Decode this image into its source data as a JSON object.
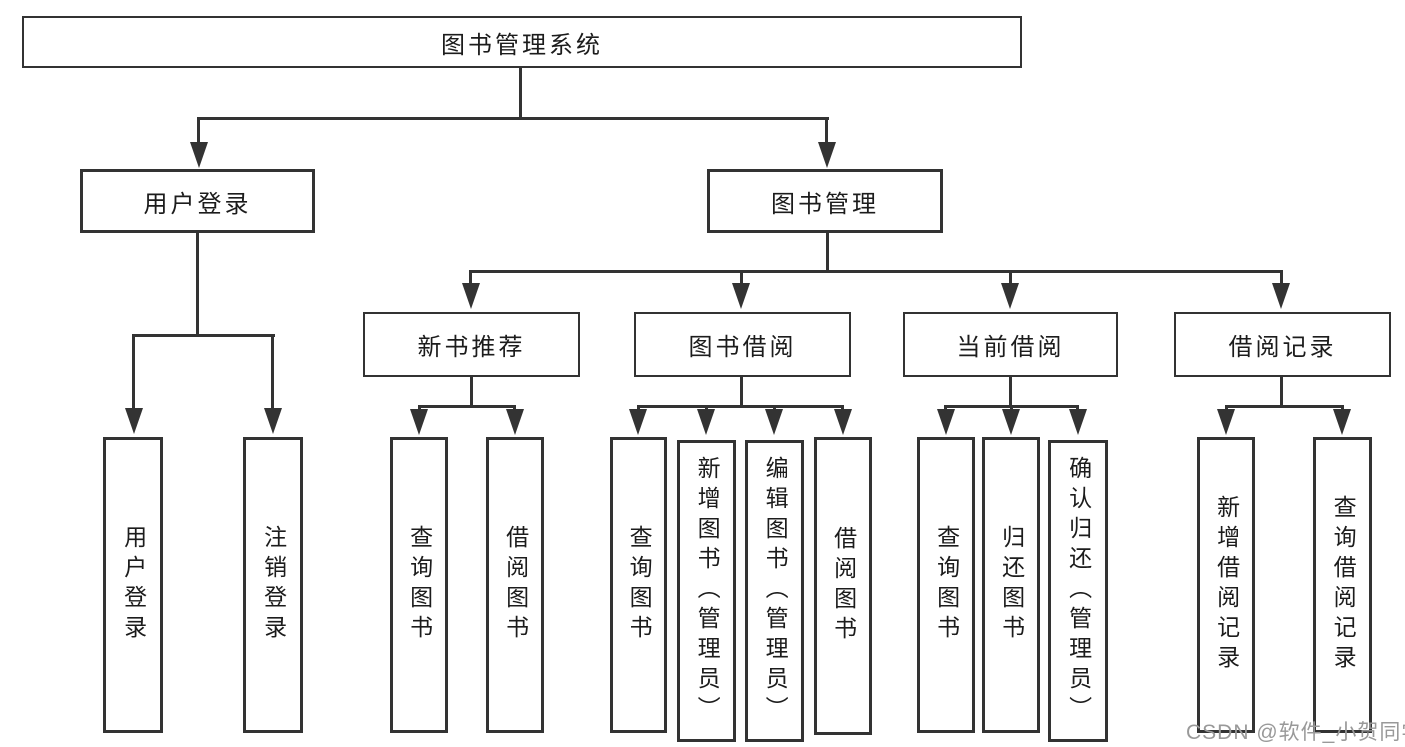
{
  "tree": {
    "root": "图书管理系统",
    "level2": [
      {
        "label": "用户登录"
      },
      {
        "label": "图书管理"
      }
    ],
    "level3": [
      {
        "label": "新书推荐"
      },
      {
        "label": "图书借阅"
      },
      {
        "label": "当前借阅"
      },
      {
        "label": "借阅记录"
      }
    ],
    "leaves": {
      "user_login": [
        "用户登录",
        "注销登录"
      ],
      "new_book": [
        "查询图书",
        "借阅图书"
      ],
      "borrow": [
        "查询图书",
        "新增图书（管理员）",
        "编辑图书（管理员）",
        "借阅图书"
      ],
      "current": [
        "查询图书",
        "归还图书",
        "确认归还（管理员）"
      ],
      "records": [
        "新增借阅记录",
        "查询借阅记录"
      ]
    }
  },
  "colors": {
    "line": "#333333",
    "text": "#1c1c1c",
    "watermark": "#999999",
    "background": "#ffffff"
  },
  "watermark": "CSDN @软件_小贺同学"
}
